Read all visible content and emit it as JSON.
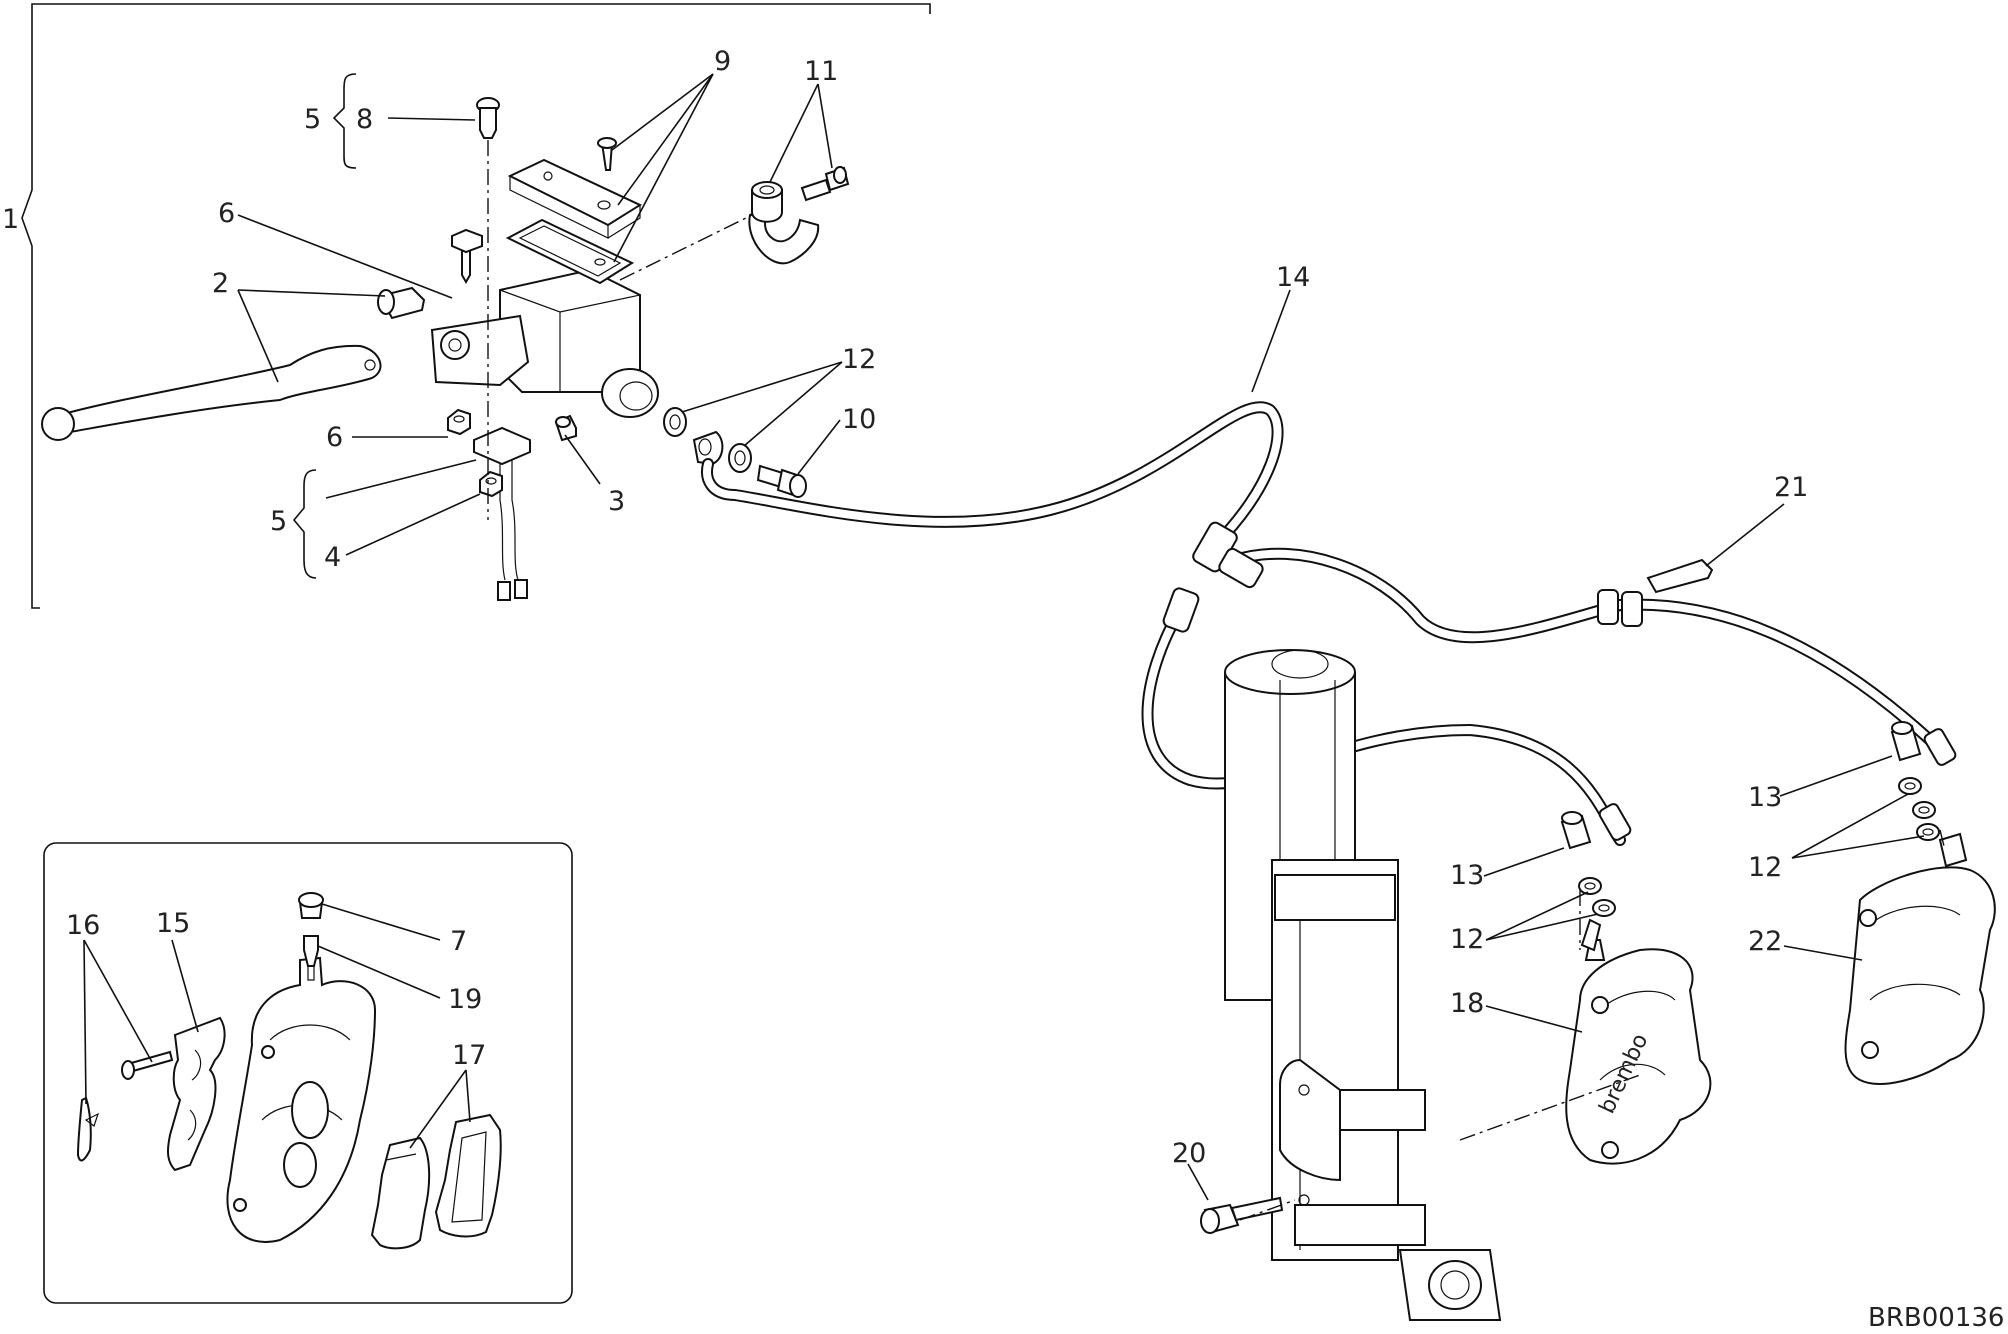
{
  "diagram_id": "BRB00136",
  "callouts": {
    "c1": "1",
    "c2": "2",
    "c3": "3",
    "c4": "4",
    "c5a": "5",
    "c5b": "5",
    "c6a": "6",
    "c6b": "6",
    "c7": "7",
    "c8": "8",
    "c9": "9",
    "c10": "10",
    "c11": "11",
    "c12a": "12",
    "c12b": "12",
    "c12c": "12",
    "c13a": "13",
    "c13b": "13",
    "c14": "14",
    "c15": "15",
    "c16": "16",
    "c17": "17",
    "c18": "18",
    "c19": "19",
    "c20": "20",
    "c21": "21",
    "c22": "22"
  }
}
